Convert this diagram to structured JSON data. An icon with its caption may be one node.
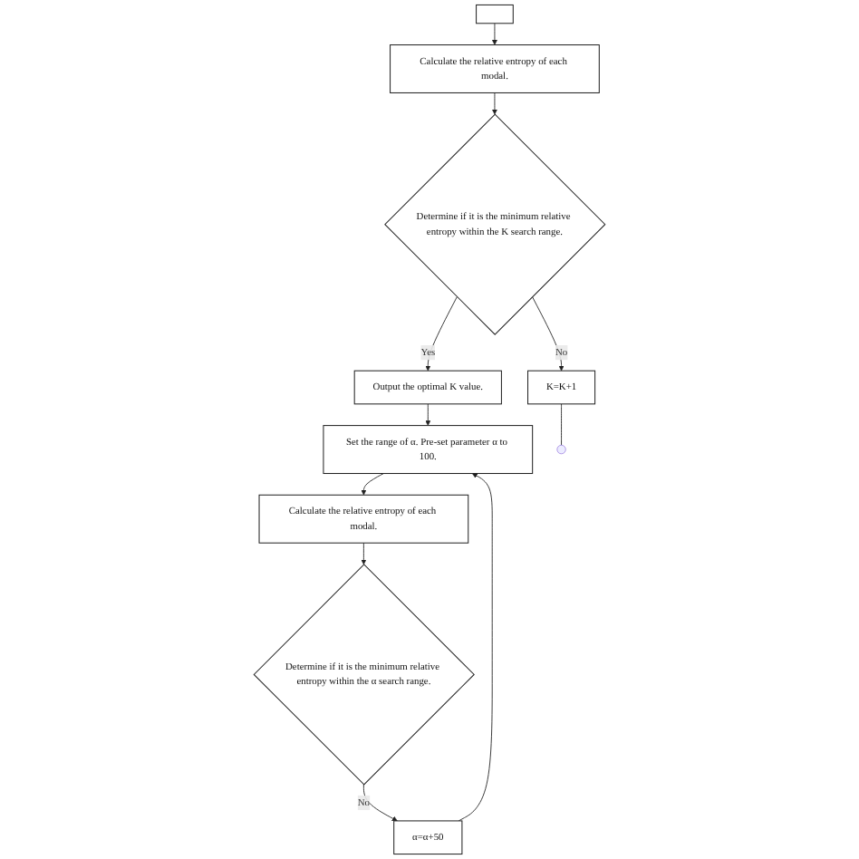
{
  "diagram": {
    "nodes": [
      {
        "text": [],
        "shape": "box"
      },
      {
        "text": [
          "Calculate the relative entropy of each modal."
        ]
      },
      {
        "text": [
          "Determine if it is the minimum relative entropy within the K search range."
        ]
      },
      {
        "text": [
          "K=K+1"
        ]
      },
      {
        "text": [
          "Output the optimal K value."
        ]
      },
      {
        "text": [
          "Set the range of α. Pre-set parameter α to 100."
        ]
      },
      {
        "text": [
          "Calculate the relative entropy of each modal."
        ]
      },
      {
        "text": [
          "Determine if it is the minimum relative entropy within the α search range."
        ]
      },
      {
        "text": [
          "α=α+50"
        ]
      }
    ],
    "edges": [
      {
        "from": 0,
        "to": 1,
        "arrow": "to"
      },
      {
        "from": 1,
        "to": 2,
        "arrow": "to"
      },
      {
        "from": 2,
        "to": 3,
        "arrow": "to",
        "label": "No"
      },
      {
        "from": 3,
        "to": null,
        "arrow": "none"
      },
      {
        "from": 2,
        "to": 4,
        "arrow": "to",
        "label": "Yes"
      },
      {
        "from": 4,
        "to": 5,
        "arrow": "to"
      },
      {
        "from": 5,
        "to": 6,
        "arrow": "to"
      },
      {
        "from": 6,
        "to": 7,
        "arrow": "to"
      },
      {
        "from": 7,
        "to": 8,
        "arrow": "to",
        "label": "No"
      },
      {
        "from": 8,
        "to": 5,
        "arrow": "to"
      }
    ]
  }
}
